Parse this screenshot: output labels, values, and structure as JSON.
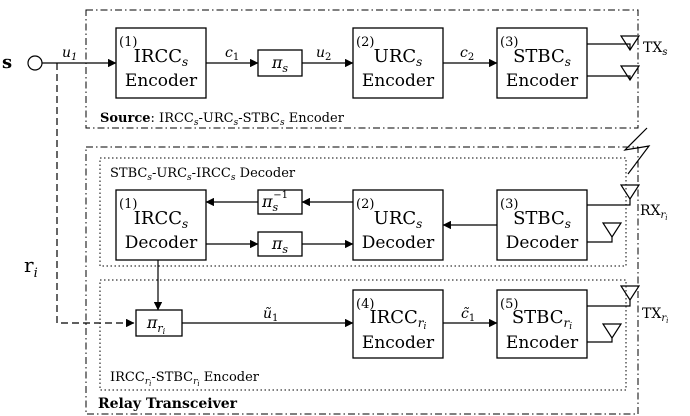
{
  "input": {
    "source_label": "s",
    "relay_label": "r",
    "relay_sub": "i"
  },
  "source_section": {
    "caption_bold": "Source",
    "caption_rest": ": IRCCs-URCs-STBCs Encoder",
    "blocks": [
      {
        "num": "(1)",
        "name": "IRCC",
        "sub": "s",
        "role": "Encoder"
      },
      {
        "num": "(2)",
        "name": "URC",
        "sub": "s",
        "role": "Encoder"
      },
      {
        "num": "(3)",
        "name": "STBC",
        "sub": "s",
        "role": "Encoder"
      }
    ],
    "interleaver": {
      "base": "π",
      "sub": "s"
    },
    "signals": [
      "u1",
      "c1",
      "u2",
      "c2"
    ],
    "antenna_label": "TXs"
  },
  "relay_section": {
    "caption": "Relay Transceiver",
    "decoder_caption": "STBCs-URCs-IRCCs Decoder",
    "decoder_blocks": [
      {
        "num": "(1)",
        "name": "IRCC",
        "sub": "s",
        "role": "Decoder"
      },
      {
        "num": "(2)",
        "name": "URC",
        "sub": "s",
        "role": "Decoder"
      },
      {
        "num": "(3)",
        "name": "STBC",
        "sub": "s",
        "role": "Decoder"
      }
    ],
    "deinterleaver": {
      "base": "π",
      "sub": "s",
      "sup": "−1"
    },
    "interleaver": {
      "base": "π",
      "sub": "s"
    },
    "rx_label": "RXri",
    "encoder_caption": "IRCCri-STBCri Encoder",
    "encoder_blocks": [
      {
        "num": "(4)",
        "name": "IRCC",
        "sub": "ri",
        "role": "Encoder"
      },
      {
        "num": "(5)",
        "name": "STBC",
        "sub": "ri",
        "role": "Encoder"
      }
    ],
    "relay_interleaver": {
      "base": "π",
      "sub": "ri"
    },
    "signals": [
      "ũ1",
      "c̃1"
    ],
    "tx_label": "TXri"
  }
}
